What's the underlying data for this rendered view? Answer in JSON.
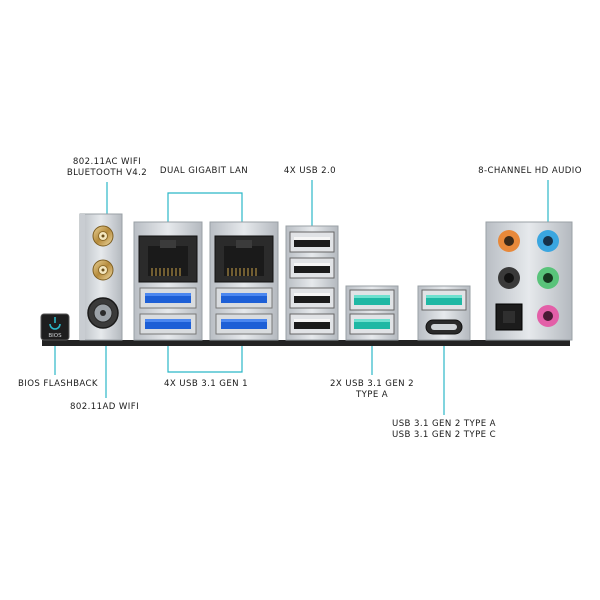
{
  "labels": {
    "wifi_ac": [
      "802.11AC WIFI",
      "BLUETOOTH V4.2"
    ],
    "dual_lan": "DUAL GIGABIT LAN",
    "usb20": "4X USB 2.0",
    "hd_audio": "8-CHANNEL HD AUDIO",
    "bios_flashback": "BIOS FLASHBACK",
    "wifi_ad": "802.11AD WIFI",
    "usb31_gen1": "4X USB 3.1 GEN 1",
    "usb31_gen2_a": [
      "2X USB 3.1 GEN 2",
      "TYPE A"
    ],
    "usb31_gen2_ac": [
      "USB 3.1 GEN 2 TYPE A",
      "USB 3.1 GEN 2 TYPE C"
    ],
    "bios_button_text": "BIOS"
  },
  "colors": {
    "leader_line": "#2bb7c7",
    "usb3_blue": "#1d5fd6",
    "usb_gen2_teal": "#1fb8a4",
    "audio_orange": "#e8893a",
    "audio_blue": "#3aa6e0",
    "audio_green": "#59c37a",
    "audio_pink": "#e35fa8",
    "panel_silver": "#d4d8dc",
    "board_black": "#232323"
  },
  "icons": [
    "antenna-connector-icon",
    "rj45-port-icon",
    "usb-port-icon",
    "usb-type-c-icon",
    "audio-jack-icon",
    "optical-port-icon",
    "bios-flashback-button-icon"
  ]
}
